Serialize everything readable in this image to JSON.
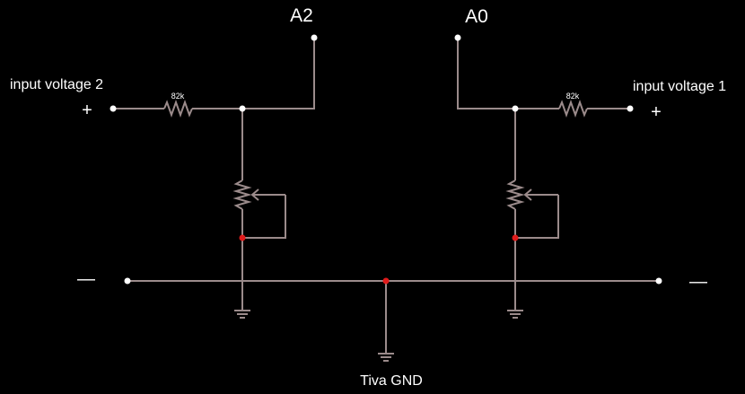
{
  "pins": {
    "left_analog": "A2",
    "right_analog": "A0"
  },
  "inputs": {
    "left_label": "input voltage 2",
    "right_label": "input voltage 1",
    "left_plus": "+",
    "right_plus": "+",
    "left_minus": "—",
    "right_minus": "—"
  },
  "resistors": {
    "left_value": "82k",
    "right_value": "82k"
  },
  "ground": {
    "label": "Tiva GND"
  },
  "colors": {
    "background": "#000000",
    "wire": "#9b8b8b",
    "junction": "#e01b1b",
    "terminal": "#ffffff",
    "text": "#ffffff"
  }
}
